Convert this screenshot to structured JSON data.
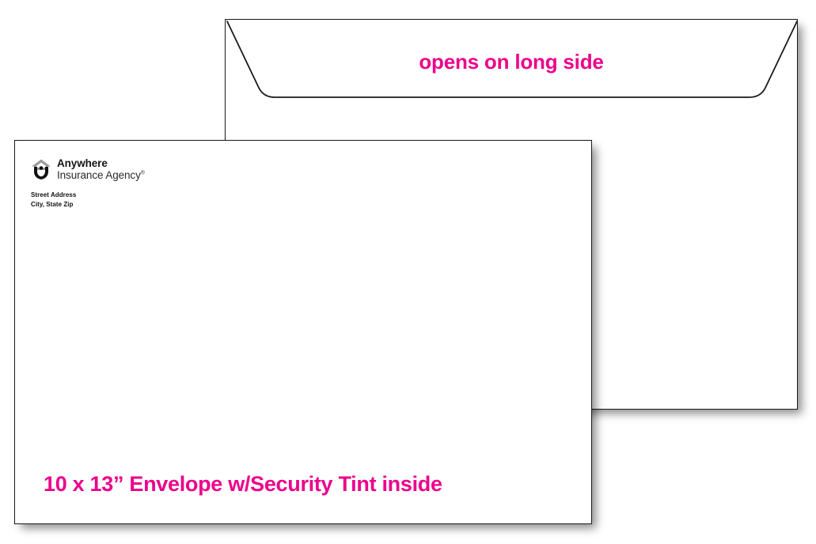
{
  "page": {
    "background_color": "#ffffff",
    "accent_color": "#ec008c",
    "outline_color": "#1a1a1a"
  },
  "back_envelope": {
    "name": "open-flap-envelope",
    "flap_label": "opens on long side",
    "flap_label_color": "#ec008c"
  },
  "front_envelope": {
    "name": "front-envelope",
    "return_address": {
      "logo_icon": "house-shield-icon",
      "brand_line_1": "Anywhere",
      "brand_line_2": "Insurance Agency",
      "brand_superscript": "®",
      "street": "Street Address",
      "city_state_zip": "City, State Zip"
    },
    "caption": "10 x 13” Envelope w/Security Tint inside",
    "caption_color": "#ec008c"
  }
}
